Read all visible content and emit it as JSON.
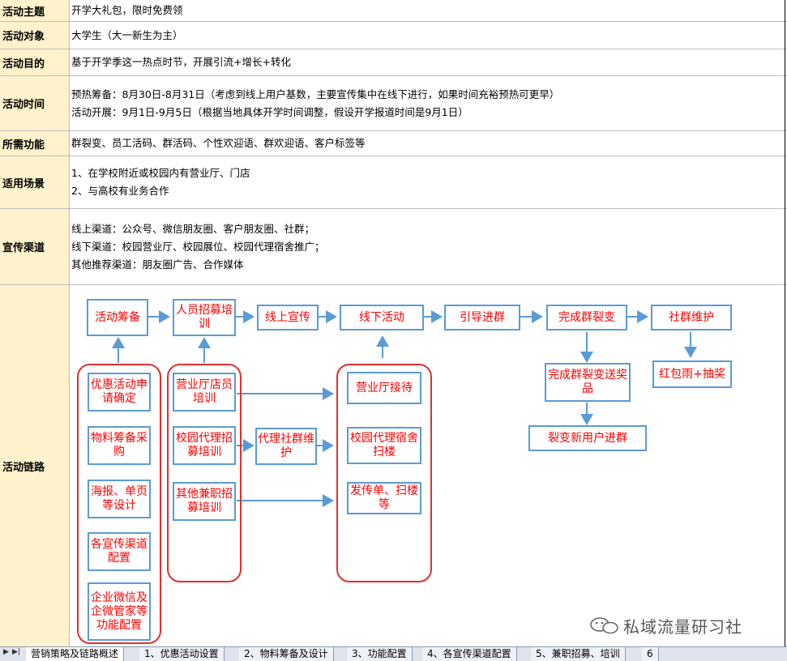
{
  "rows": [
    {
      "label": "活动主题",
      "lines": [
        "开学大礼包，限时免费领"
      ]
    },
    {
      "label": "活动对象",
      "lines": [
        "大学生（大一新生为主）"
      ]
    },
    {
      "label": "活动目的",
      "lines": [
        "基于开学季这一热点时节，开展引流+增长+转化"
      ]
    },
    {
      "label": "活动时间",
      "lines": [
        "预热筹备：8月30日-8月31日（考虑到线上用户基数，主要宣传集中在线下进行，如果时间充裕预热可更早）",
        "活动开展：9月1日-9月5日（根据当地具体开学时间调整，假设开学报道时间是9月1日）"
      ]
    },
    {
      "label": "所需功能",
      "lines": [
        "群裂变、员工活码、群活码、个性欢迎语、群欢迎语、客户标签等"
      ]
    },
    {
      "label": "适用场景",
      "lines": [
        "1、在学校附近或校园内有营业厅、门店",
        "2、与高校有业务合作"
      ]
    },
    {
      "label": "宣传渠道",
      "lines": [
        "线上渠道：公众号、微信朋友圈、客户朋友圈、社群；",
        "线下渠道：校园营业厅、校园展位、校园代理宿舍推广；",
        "其他推荐渠道：朋友圈广告、合作媒体"
      ]
    },
    {
      "label": "活动链路",
      "lines": []
    }
  ],
  "diagram": {
    "top": [
      "活动筹备",
      "人员招募培训",
      "线上宣传",
      "线下活动",
      "引导进群",
      "完成群裂变",
      "社群维护"
    ],
    "prep": [
      "优惠活动申请确定",
      "物料筹备采购",
      "海报、单页等设计",
      "各宣传渠道配置",
      "企业微信及企微管家等功能配置"
    ],
    "staff": [
      "营业厅店员培训",
      "校园代理招募培训",
      "其他兼职招募培训"
    ],
    "agent": "代理社群维护",
    "offline": [
      "营业厅接待",
      "校园代理宿舍扫楼",
      "发传单、扫楼等"
    ],
    "fission": [
      "完成群裂变送奖品",
      "裂变新用户进群"
    ],
    "maintain": "红包雨+抽奖"
  },
  "watermark": "私域流量研习社",
  "tabs": [
    "营销策略及链路概述",
    "1、优惠活动设置",
    "2、物料筹备及设计",
    "3、功能配置",
    "4、各宣传渠道配置",
    "5、兼职招募、培训",
    "6"
  ],
  "colors": {
    "label_bg": "#fff2cc",
    "box_border": "#5b9bd5",
    "box_text": "#ff0000",
    "group_border": "#e03030",
    "arrow": "#5b9bd5"
  }
}
